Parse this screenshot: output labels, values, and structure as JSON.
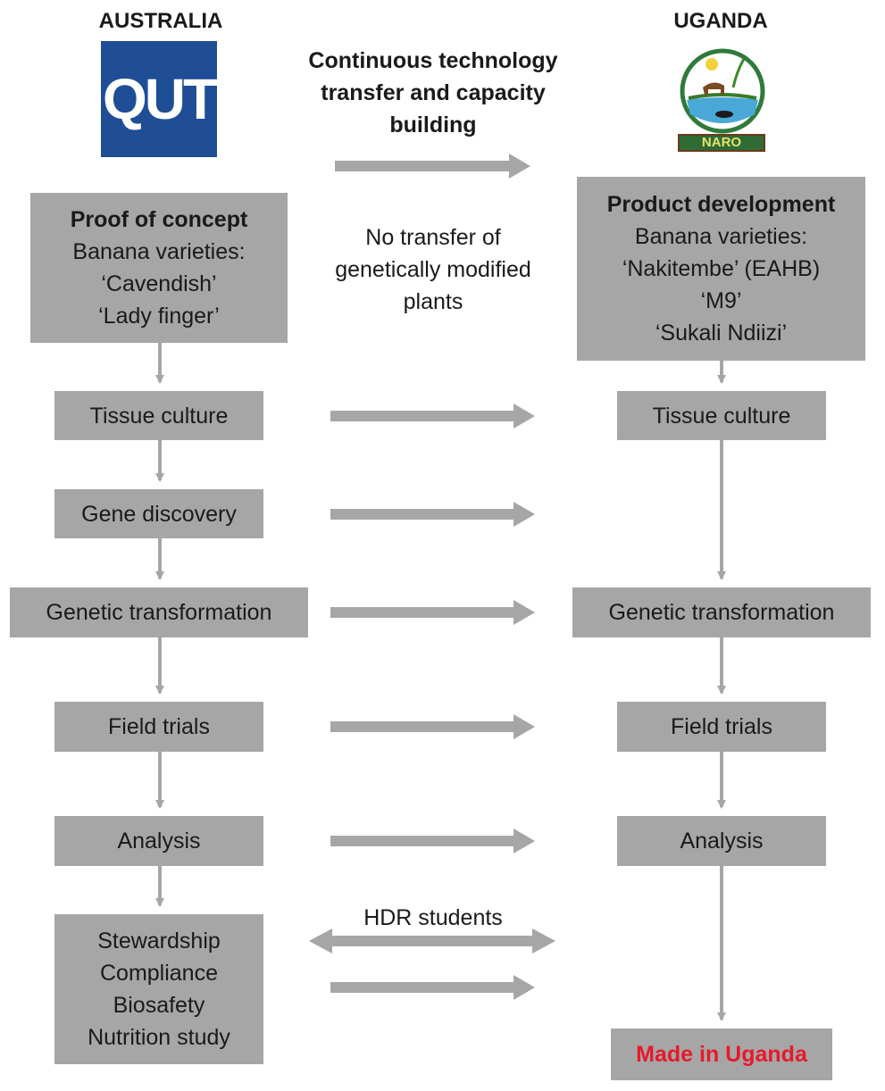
{
  "left": {
    "country": "AUSTRALIA",
    "logo_text": "QUT",
    "proof": {
      "title": "Proof of concept",
      "line1": "Banana varieties:",
      "line2": "‘Cavendish’",
      "line3": "‘Lady finger’"
    },
    "steps": [
      "Tissue culture",
      "Gene discovery",
      "Genetic transformation",
      "Field trials",
      "Analysis"
    ],
    "final": [
      "Stewardship",
      "Compliance",
      "Biosafety",
      "Nutrition study"
    ]
  },
  "right": {
    "country": "UGANDA",
    "logo_text": "NARO",
    "product": {
      "title": "Product development",
      "line1": "Banana varieties:",
      "line2": "‘Nakitembe’ (EAHB)",
      "line3": "‘M9’",
      "line4": "‘Sukali Ndiizi’"
    },
    "steps": [
      "Tissue culture",
      "Genetic transformation",
      "Field trials",
      "Analysis"
    ],
    "final": "Made in Uganda",
    "final_color": "#e8192c"
  },
  "middle": {
    "transfer_line1": "Continuous technology",
    "transfer_line2": "transfer and capacity",
    "transfer_line3": "building",
    "no_transfer_line1": "No transfer of",
    "no_transfer_line2": "genetically modified",
    "no_transfer_line3": "plants",
    "hdr": "HDR students"
  },
  "colors": {
    "box": "#a6a6a6",
    "arrow": "#a6a6a6",
    "qut_blue": "#1f4e96"
  }
}
